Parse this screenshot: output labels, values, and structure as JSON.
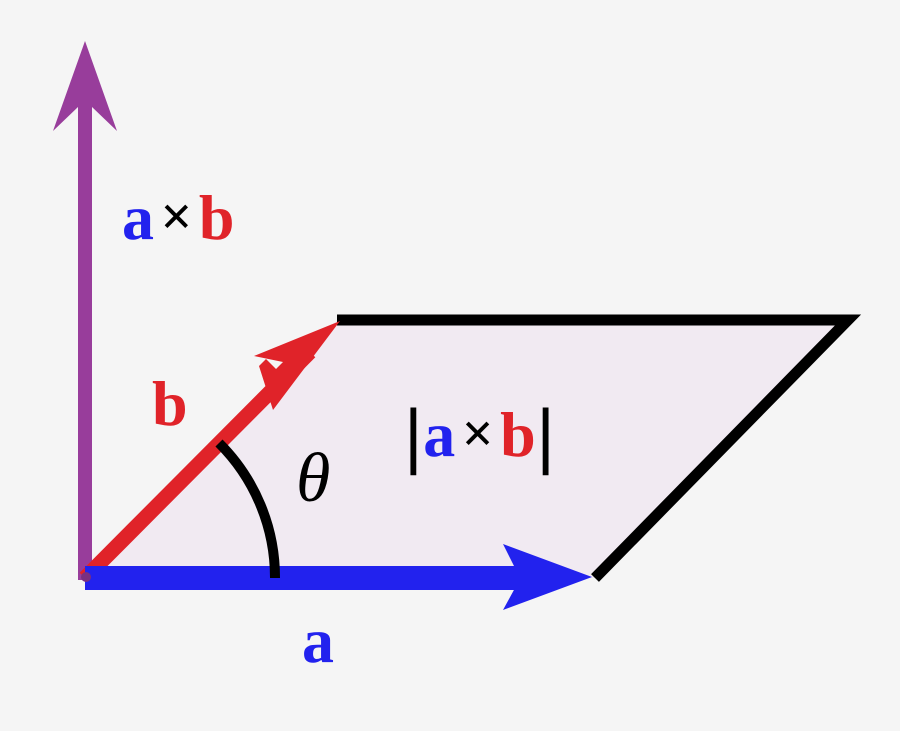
{
  "figure": {
    "title": "Cross product parallelogram diagram",
    "background_color": "#f5f5f5",
    "parallelogram_fill": "#f1eaf2",
    "outline_color": "#000000"
  },
  "colors": {
    "vector_a": "#2222ee",
    "vector_b": "#e02329",
    "cross_product": "#983d9b",
    "black": "#000000"
  },
  "labels": {
    "cross_product": {
      "a": "a",
      "operator": "×",
      "b": "b"
    },
    "magnitude": {
      "bar_left": "|",
      "a": "a",
      "operator": "×",
      "b": "b",
      "bar_right": "|"
    },
    "vector_b": "b",
    "vector_a": "a",
    "angle": "θ"
  },
  "geometry": {
    "origin": "85,578",
    "a_tip": "595,578",
    "b_tip": "337,320",
    "parallelogram_far_corner": "848,320",
    "cross_tip": "85,41",
    "angle_arc_radius": "190"
  }
}
